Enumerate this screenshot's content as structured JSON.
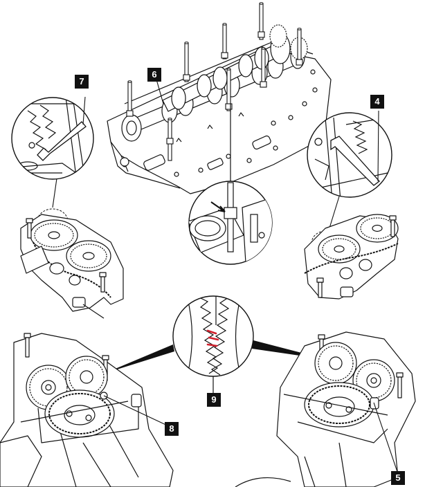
{
  "callouts": {
    "c4": "4",
    "c5": "5",
    "c6": "6",
    "c7": "7",
    "c8": "8",
    "c9": "9"
  },
  "stamp": "",
  "colors": {
    "ink": "#111111",
    "paper": "#ffffff",
    "shade": "#d9d9d9",
    "highlight": "#d0202c"
  }
}
